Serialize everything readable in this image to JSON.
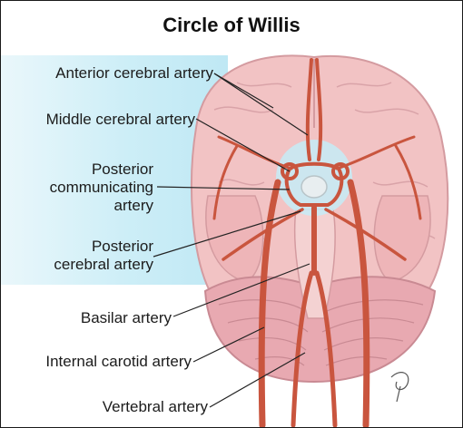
{
  "title": "Circle of Willis",
  "labels": {
    "anterior_cerebral": "Anterior cerebral artery",
    "middle_cerebral": "Middle cerebral artery",
    "posterior_communicating": [
      "Posterior",
      "communicating",
      "artery"
    ],
    "posterior_cerebral": [
      "Posterior",
      "cerebral artery"
    ],
    "basilar": "Basilar artery",
    "internal_carotid": "Internal carotid artery",
    "vertebral": "Vertebral artery"
  },
  "colors": {
    "brain": "#f2c3c4",
    "brain_shadow": "#dc9ea3",
    "cerebellum": "#e8a9b1",
    "artery": "#c9553e",
    "artery_dark": "#9c3324",
    "highlight": "#c6ecf7",
    "label_band": "#cdeef7"
  }
}
